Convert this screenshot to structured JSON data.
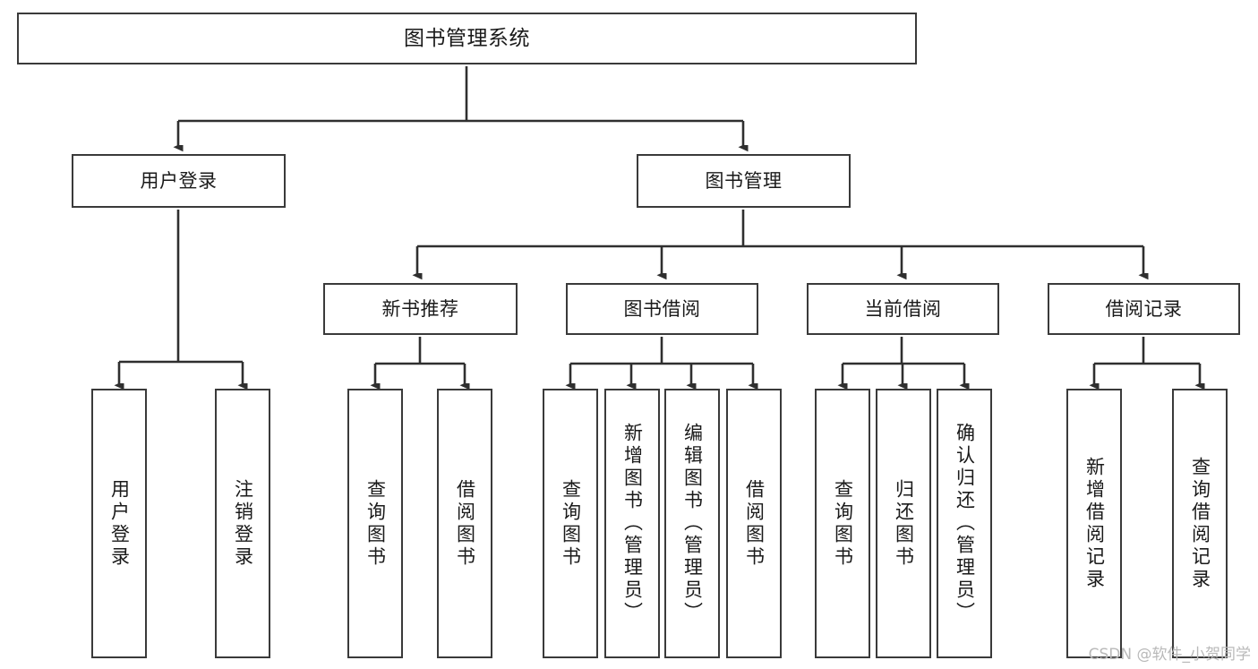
{
  "diagram": {
    "title": "图书管理系统",
    "type": "tree",
    "levels": 4,
    "nodes": {
      "root": {
        "label": "图书管理系统"
      },
      "l1": [
        {
          "id": "user-login",
          "label": "用户登录"
        },
        {
          "id": "book-manage",
          "label": "图书管理"
        }
      ],
      "l2": [
        {
          "id": "new-book-rec",
          "label": "新书推荐"
        },
        {
          "id": "book-borrow",
          "label": "图书借阅"
        },
        {
          "id": "current-borrow",
          "label": "当前借阅"
        },
        {
          "id": "borrow-record",
          "label": "借阅记录"
        }
      ],
      "leaves": {
        "user_login": [
          {
            "id": "leaf-user-login",
            "label": "用户登录"
          },
          {
            "id": "leaf-logout",
            "label": "注销登录"
          }
        ],
        "new_book_rec": [
          {
            "id": "leaf-query-book-1",
            "label": "查询图书"
          },
          {
            "id": "leaf-borrow-book-1",
            "label": "借阅图书"
          }
        ],
        "book_borrow": [
          {
            "id": "leaf-query-book-2",
            "label": "查询图书"
          },
          {
            "id": "leaf-add-book",
            "label": "新增图书（管理员）"
          },
          {
            "id": "leaf-edit-book",
            "label": "编辑图书（管理员）"
          },
          {
            "id": "leaf-borrow-book-2",
            "label": "借阅图书"
          }
        ],
        "current_borrow": [
          {
            "id": "leaf-query-book-3",
            "label": "查询图书"
          },
          {
            "id": "leaf-return-book",
            "label": "归还图书"
          },
          {
            "id": "leaf-confirm-return",
            "label": "确认归还（管理员）"
          }
        ],
        "borrow_record": [
          {
            "id": "leaf-add-record",
            "label": "新增借阅记录"
          },
          {
            "id": "leaf-query-record",
            "label": "查询借阅记录"
          }
        ]
      }
    },
    "colors": {
      "border": "#3a3a3a",
      "fill": "#ffffff",
      "text": "#1a1a1a",
      "edge": "#2f2f2f",
      "watermark": "#b9b9b9"
    }
  },
  "watermark": {
    "text": "CSDN @软件_小贺同学"
  }
}
